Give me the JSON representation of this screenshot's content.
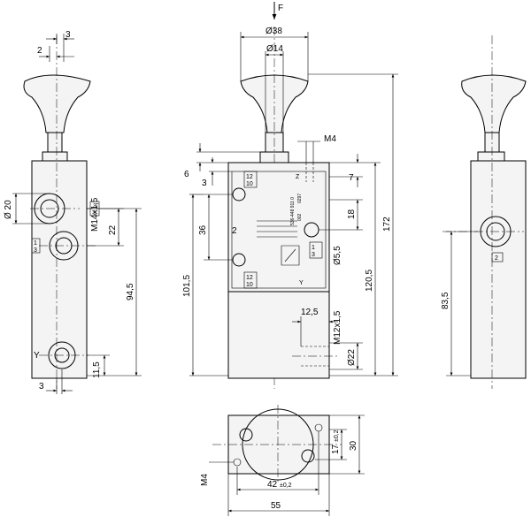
{
  "force_label": "F",
  "left_view": {
    "dims": {
      "top_3": "3",
      "top_2": "2",
      "dia_20": "Ø 20",
      "thread": "M14x1,5",
      "d22": "22",
      "d94_5": "94,5",
      "d11_5": "11,5",
      "bottom_3": "3"
    },
    "ports": {
      "p3a": "3",
      "p1a": "1",
      "p1b": "1",
      "p3b": "3"
    },
    "y_label": "Y"
  },
  "front_view": {
    "dims": {
      "dia_38": "Ø38",
      "dia_14": "Ø14",
      "m4": "M4",
      "d6": "6",
      "d3": "3",
      "d7": "7",
      "d18": "18",
      "d36": "36",
      "dia_5_5": "Ø5,5",
      "d101_5": "101,5",
      "d120_5": "120,5",
      "d172": "172",
      "d12_5": "12,5",
      "m12": "M12x1,5",
      "dia_22": "Ø22"
    },
    "labels": {
      "l12a": "12",
      "l10a": "10",
      "lZ": "Z",
      "l2": "2",
      "l3": "3",
      "l1": "1",
      "l12b": "12",
      "l10b": "10",
      "lY": "Y"
    },
    "part_text": {
      "line1": "536-448 911 0",
      "line2": "0297",
      "line3": "002"
    }
  },
  "right_view": {
    "dims": {
      "d83_5": "83,5"
    },
    "port_label": "2"
  },
  "bottom_view": {
    "dims": {
      "d17": "17",
      "d17_tol": "±0,2",
      "d30": "30",
      "d42": "42",
      "d42_tol": "±0,2",
      "d55": "55",
      "m4": "M4"
    }
  }
}
